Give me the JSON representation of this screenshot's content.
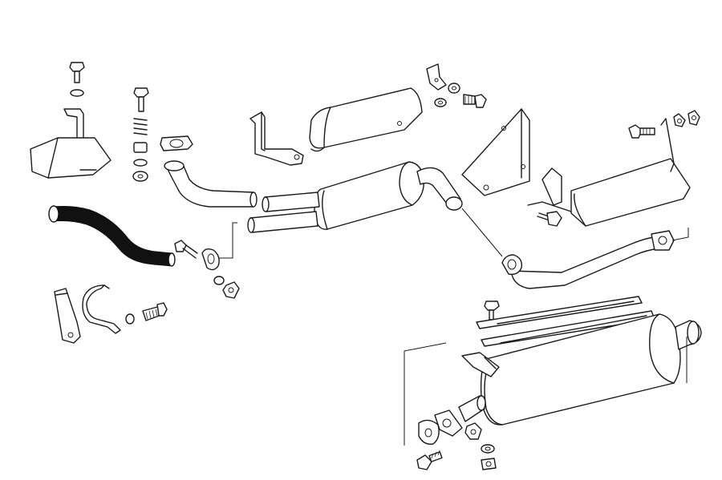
{
  "diagram": {
    "type": "exploded-parts-diagram",
    "parts": [
      {
        "id": "heat-shield-left",
        "icon": "heat-shield-icon"
      },
      {
        "id": "bolt-spring-stack",
        "icon": "bolt-icon"
      },
      {
        "id": "flange-gasket",
        "icon": "gasket-icon"
      },
      {
        "id": "front-pipe",
        "icon": "pipe-icon"
      },
      {
        "id": "flex-hose",
        "icon": "flex-hose-icon"
      },
      {
        "id": "bracket-z",
        "icon": "bracket-icon"
      },
      {
        "id": "heat-shield-center",
        "icon": "heat-shield-icon"
      },
      {
        "id": "front-muffler",
        "icon": "muffler-icon"
      },
      {
        "id": "triangle-bracket",
        "icon": "bracket-icon"
      },
      {
        "id": "heat-shield-right",
        "icon": "heat-shield-icon"
      },
      {
        "id": "intermediate-pipe",
        "icon": "pipe-icon"
      },
      {
        "id": "rear-muffler",
        "icon": "muffler-icon"
      },
      {
        "id": "rubber-hanger",
        "icon": "hanger-icon"
      },
      {
        "id": "hardware-set",
        "icon": "bolt-icon"
      }
    ]
  }
}
